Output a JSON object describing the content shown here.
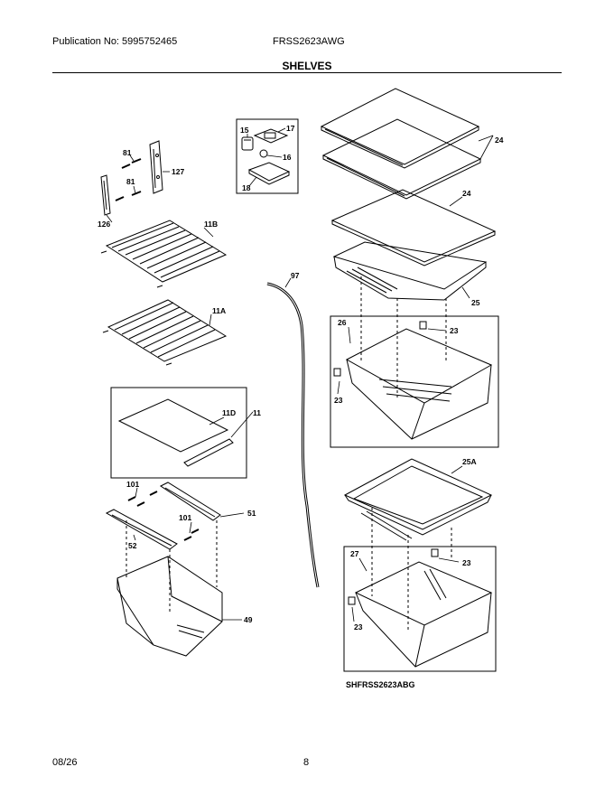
{
  "header": {
    "publication": "Publication No: 5995752465",
    "model": "FRSS2623AWG",
    "section_title": "SHELVES"
  },
  "diagram": {
    "image_code": "SHFRSS2623ABG",
    "callouts": {
      "c15": "15",
      "c17": "17",
      "c16": "16",
      "c18": "18",
      "c81a": "81",
      "c81b": "81",
      "c127": "127",
      "c126": "126",
      "c11b": "11B",
      "c11a": "11A",
      "c11d": "11D",
      "c11": "11",
      "c97": "97",
      "c24a": "24",
      "c24b": "24",
      "c25": "25",
      "c26": "26",
      "c23a": "23",
      "c23b": "23",
      "c25a": "25A",
      "c27": "27",
      "c23c": "23",
      "c23d": "23",
      "c101a": "101",
      "c101b": "101",
      "c51": "51",
      "c52": "52",
      "c49": "49"
    }
  },
  "footer": {
    "date": "08/26",
    "page": "8"
  }
}
